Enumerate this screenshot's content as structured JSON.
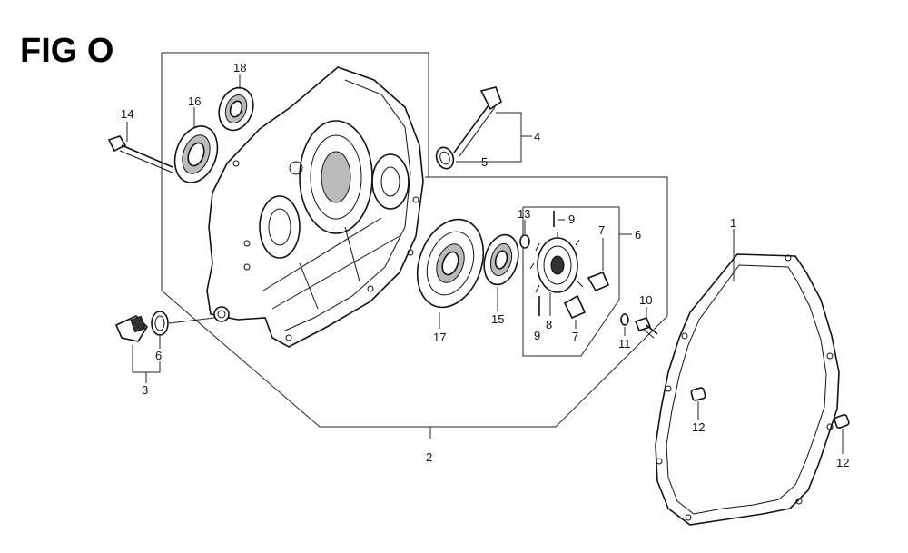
{
  "figure": {
    "title": "FIG O"
  },
  "callouts": {
    "c1": "1",
    "c2": "2",
    "c3": "3",
    "c4": "4",
    "c5": "5",
    "c6a": "6",
    "c6b": "6",
    "c7a": "7",
    "c7b": "7",
    "c8": "8",
    "c9a": "9",
    "c9b": "9",
    "c10": "10",
    "c11": "11",
    "c12a": "12",
    "c12b": "12",
    "c13": "13",
    "c14": "14",
    "c15": "15",
    "c16": "16",
    "c17": "17",
    "c18": "18"
  }
}
